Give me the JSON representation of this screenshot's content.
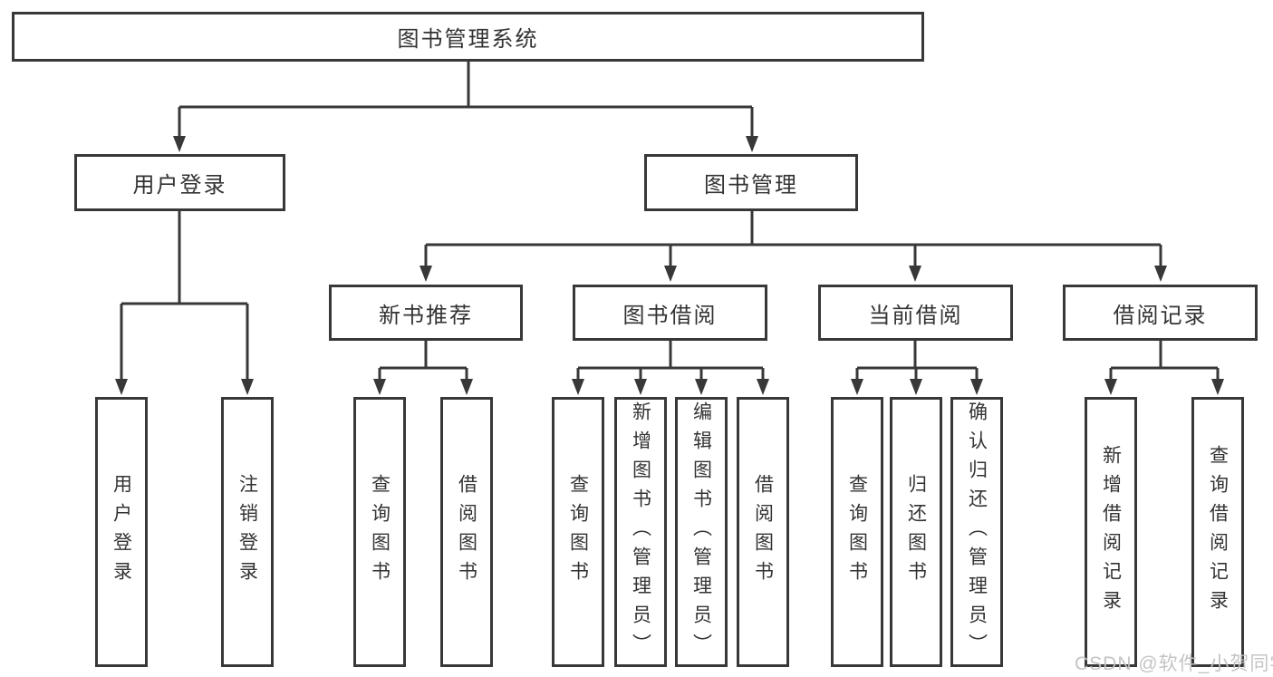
{
  "tree": {
    "root": {
      "label": "图书管理系统"
    },
    "login": {
      "label": "用户登录",
      "children": [
        {
          "label": "用户登录"
        },
        {
          "label": "注销登录"
        }
      ]
    },
    "management": {
      "label": "图书管理",
      "groups": [
        {
          "label": "新书推荐",
          "children": [
            {
              "label": "查询图书"
            },
            {
              "label": "借阅图书"
            }
          ]
        },
        {
          "label": "图书借阅",
          "children": [
            {
              "label": "查询图书"
            },
            {
              "label": "新增图书（管理员）"
            },
            {
              "label": "编辑图书（管理员）"
            },
            {
              "label": "借阅图书"
            }
          ]
        },
        {
          "label": "当前借阅",
          "children": [
            {
              "label": "查询图书"
            },
            {
              "label": "归还图书"
            },
            {
              "label": "确认归还（管理员）"
            }
          ]
        },
        {
          "label": "借阅记录",
          "children": [
            {
              "label": "新增借阅记录"
            },
            {
              "label": "查询借阅记录"
            }
          ]
        }
      ]
    }
  },
  "watermark": {
    "text": "CSDN @软件_小贺同学"
  },
  "colors": {
    "line": "#383838",
    "text": "#333333",
    "watermark": "#c1c1c1",
    "background": "#ffffff"
  }
}
